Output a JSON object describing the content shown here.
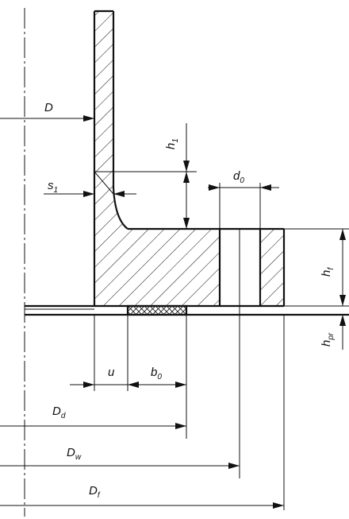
{
  "labels": {
    "D": {
      "main": "D",
      "sub": ""
    },
    "h1": {
      "main": "h",
      "sub": "1"
    },
    "d0": {
      "main": "d",
      "sub": "0"
    },
    "s1": {
      "main": "s",
      "sub": "1"
    },
    "hf": {
      "main": "h",
      "sub": "f"
    },
    "hpr": {
      "main": "h",
      "sub": "pr"
    },
    "u": {
      "main": "u",
      "sub": ""
    },
    "b0": {
      "main": "b",
      "sub": "0"
    },
    "Dd": {
      "main": "D",
      "sub": "d"
    },
    "Dw": {
      "main": "D",
      "sub": "w"
    },
    "Df": {
      "main": "D",
      "sub": "f"
    }
  }
}
